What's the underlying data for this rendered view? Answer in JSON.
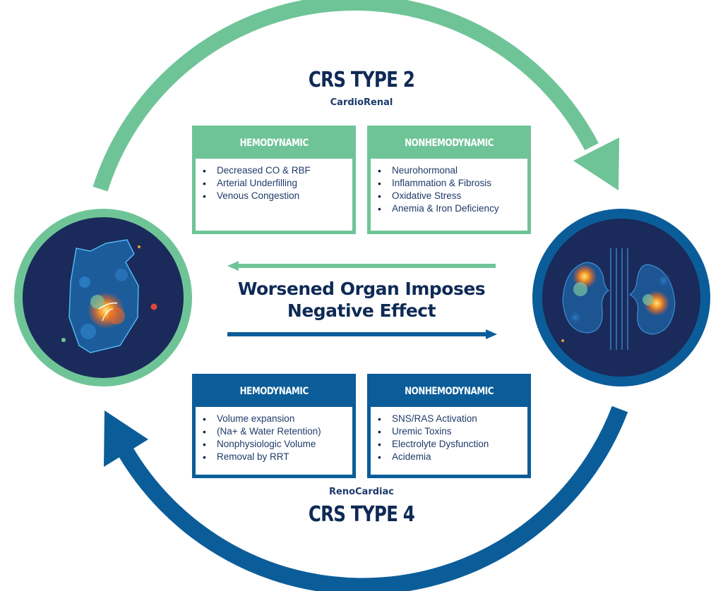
{
  "diagram": {
    "top_cycle": {
      "title": "CRS TYPE 2",
      "subtitle": "CardioRenal",
      "color": "#6fc497",
      "direction": "heart-to-kidney",
      "boxes": [
        {
          "header": "HEMODYNAMIC",
          "items": [
            "Decreased CO & RBF",
            "Arterial Underfilling",
            "Venous Congestion"
          ]
        },
        {
          "header": "NONHEMODYNAMIC",
          "items": [
            "Neurohormonal",
            "Inflammation & Fibrosis",
            "Oxidative Stress",
            "Anemia & Iron Deficiency"
          ]
        }
      ]
    },
    "bottom_cycle": {
      "title": "CRS TYPE 4",
      "subtitle": "RenoCardiac",
      "color": "#0b5d99",
      "direction": "kidney-to-heart",
      "boxes": [
        {
          "header": "HEMODYNAMIC",
          "items": [
            "Volume expansion",
            "(Na+ & Water Retention)",
            "Nonphysiologic Volume",
            "Removal by RRT"
          ]
        },
        {
          "header": "NONHEMODYNAMIC",
          "items": [
            "SNS/RAS Activation",
            "Uremic Toxins",
            "Electrolyte Dysfunction",
            "Acidemia"
          ]
        }
      ]
    },
    "center": {
      "line1": "Worsened Organ Imposes",
      "line2": "Negative Effect"
    },
    "organs": {
      "left": {
        "icon": "heart-icon",
        "ring_color": "#6fc497"
      },
      "right": {
        "icon": "kidneys-icon",
        "ring_color": "#0b5d99"
      }
    },
    "colors": {
      "navy_text": "#0f2a55",
      "circle_bg": "#1a2a5a"
    }
  }
}
